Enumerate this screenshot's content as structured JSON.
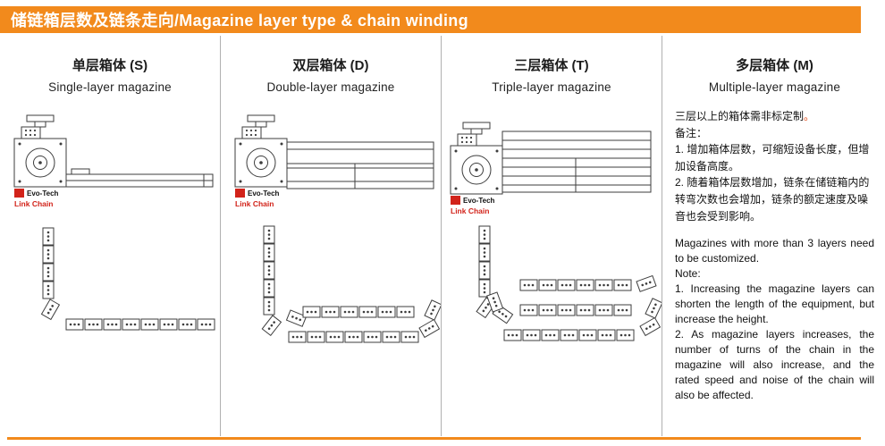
{
  "page": {
    "title": "储链箱层数及链条走向/Magazine layer type & chain winding"
  },
  "columns": [
    {
      "id": "single",
      "title_zh": "单层箱体 (S)",
      "title_en": "Single-layer magazine"
    },
    {
      "id": "double",
      "title_zh": "双层箱体 (D)",
      "title_en": "Double-layer magazine"
    },
    {
      "id": "triple",
      "title_zh": "三层箱体 (T)",
      "title_en": "Triple-layer magazine"
    },
    {
      "id": "multiple",
      "title_zh": "多层箱体 (M)",
      "title_en": "Multiple-layer magazine"
    }
  ],
  "logo": {
    "brand": "Evo-Tech",
    "sub": "Link Chain"
  },
  "notes_zh": {
    "intro": "三层以上的箱体需非标定制",
    "intro_period": "。",
    "label": "备注：",
    "item1": "1. 增加箱体层数，可缩短设备长度，但增加设备高度。",
    "item2": "2. 随着箱体层数增加，链条在储链箱内的转弯次数也会增加，链条的额定速度及噪音也会受到影响。"
  },
  "notes_en": {
    "intro": "Magazines with more than 3 layers need to be customized.",
    "label": "Note:",
    "item1": "1. Increasing the magazine layers can shorten the length of the equipment, but increase the height.",
    "item2": "2. As magazine layers increases, the number of turns of the chain in the magazine will also increase, and the rated speed and noise of the chain will also be affected."
  },
  "colors": {
    "accent": "#F28A1C",
    "logo-red": "#D2231A",
    "line": "#3d3d3d",
    "divider": "#b0b0b0"
  }
}
